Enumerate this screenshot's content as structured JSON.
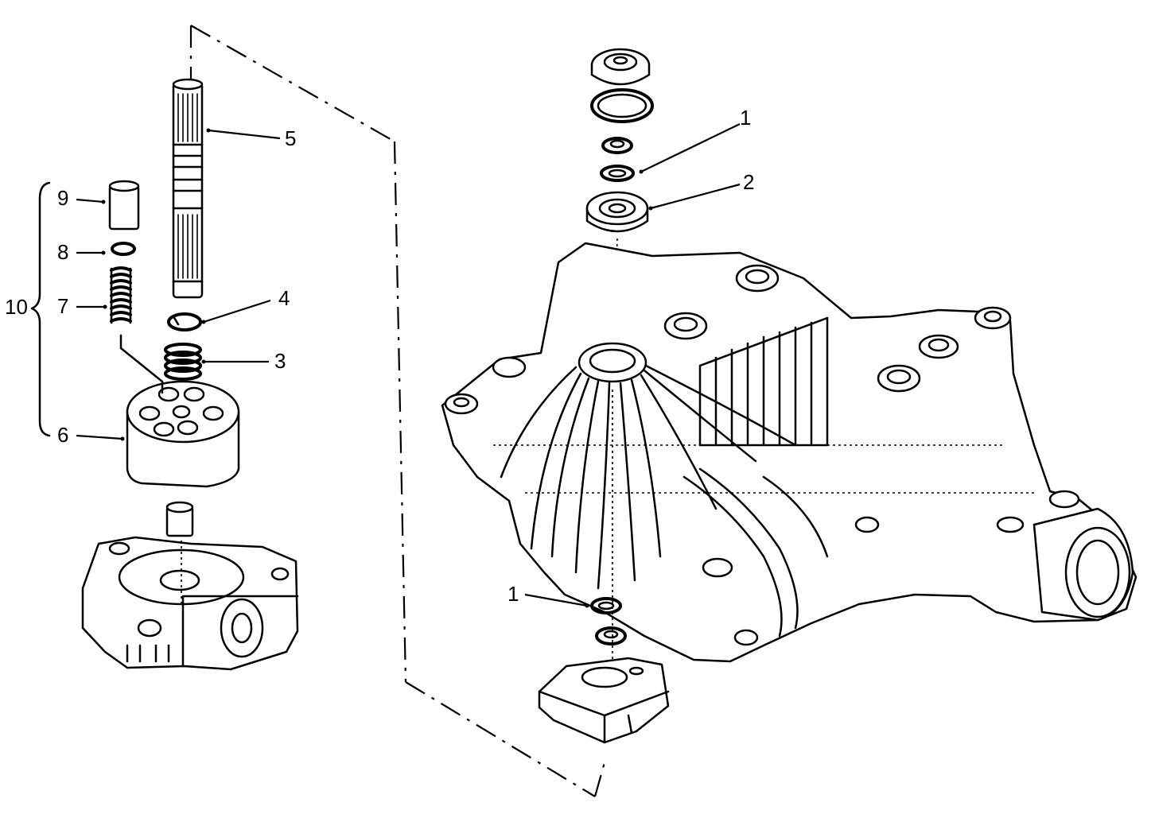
{
  "labels": {
    "l1_top": "1",
    "l2": "2",
    "l3": "3",
    "l4": "4",
    "l5": "5",
    "l6": "6",
    "l7": "7",
    "l8": "8",
    "l9": "9",
    "l10": "10",
    "l1_bottom": "1"
  }
}
